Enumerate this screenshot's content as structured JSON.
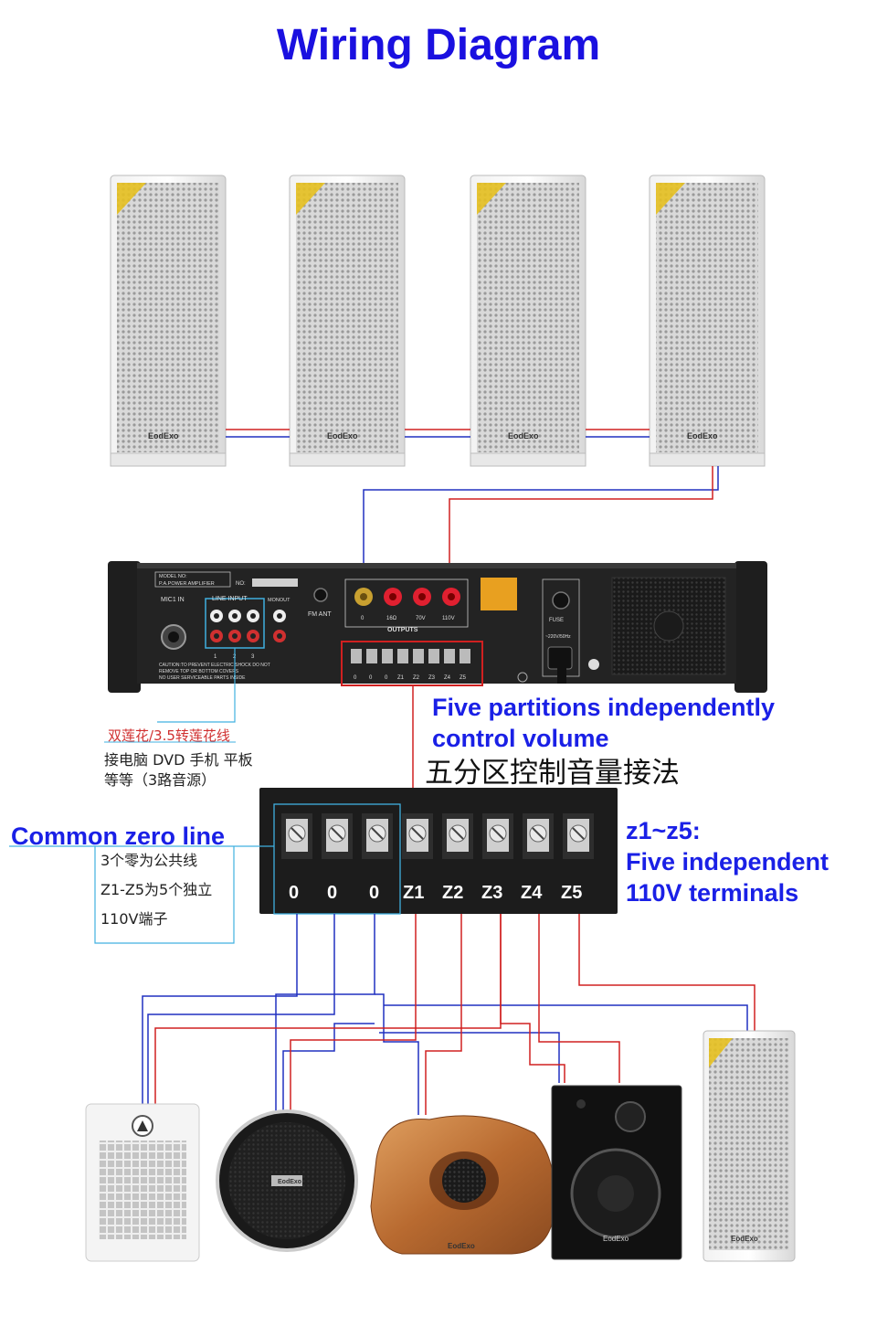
{
  "title": "Wiring Diagram",
  "speaker_brand": "EodExo",
  "amplifier": {
    "model_label": "MODEL NO:",
    "model_name": "P.A.POWER AMPLIFIER",
    "no_label": "NO:",
    "mic_label": "MIC1 IN",
    "line_input_label": "LINE INPUT",
    "monout_label": "MONOUT",
    "fm_label": "FM ANT",
    "output_terms": [
      "0",
      "16Ω",
      "70V",
      "110V"
    ],
    "outputs_label": "OUTPUTS",
    "zone_terms": [
      "0",
      "0",
      "0",
      "Z1",
      "Z2",
      "Z3",
      "Z4",
      "Z5"
    ],
    "fuse_label": "FUSE",
    "power_label": "~220V/50Hz",
    "caution_lines": [
      "CAUTION:TO PREVENT ELECTRIC SHOCK DO NOT",
      "REMOVE TOP OR BOTTOM COVERS",
      "NO USER SERVICEABLE PARTS INSIDE"
    ],
    "input_numbers": [
      "1",
      "2",
      "3"
    ]
  },
  "labels": {
    "rca_cable_zh": "双莲花/3.5转莲花线",
    "source_zh_line1": "接电脑 DVD 手机 平板",
    "source_zh_line2": "等等（3路音源）",
    "five_partitions_line1": "Five partitions independently",
    "five_partitions_line2": "control volume",
    "five_zone_zh": "五分区控制音量接法",
    "common_zero": "Common zero line",
    "common_zero_zh_line1": "3个零为公共线",
    "common_zero_zh_line2": "Z1-Z5为5个独立",
    "common_zero_zh_line3": "110V端子",
    "z_range": "z1~z5:",
    "five_independent": "Five independent",
    "terminals_110v": "110V terminals"
  },
  "terminal_block": {
    "terminals": [
      "0",
      "0",
      "0",
      "Z1",
      "Z2",
      "Z3",
      "Z4",
      "Z5"
    ]
  },
  "colors": {
    "title": "#1a10e0",
    "label_blue": "#1a20e6",
    "wire_red": "#d02020",
    "wire_blue": "#2030c0",
    "box_cyan": "#40b0e0"
  }
}
